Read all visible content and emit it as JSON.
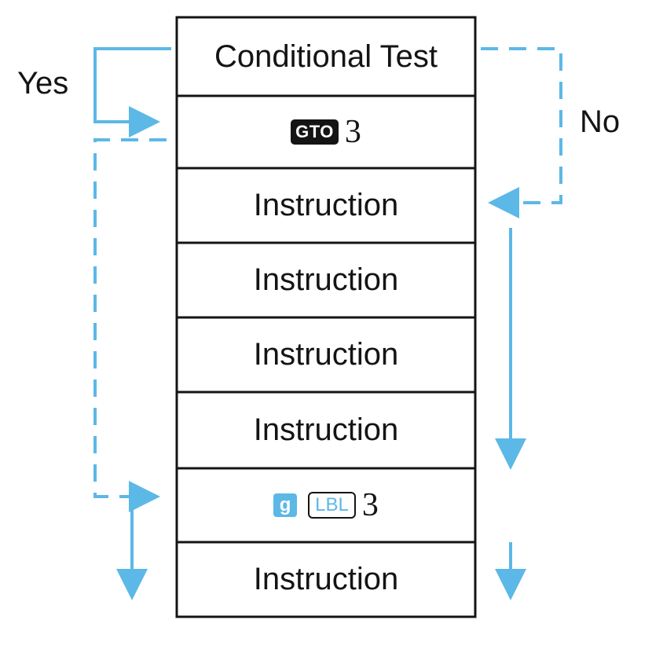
{
  "colors": {
    "line": "#141414",
    "arrow": "#5cb8e6"
  },
  "labels": {
    "yes": "Yes",
    "no": "No"
  },
  "cells": {
    "conditional_test": "Conditional Test",
    "goto": {
      "key": "GTO",
      "target": "3"
    },
    "instruction_1": "Instruction",
    "instruction_2": "Instruction",
    "instruction_3": "Instruction",
    "instruction_4": "Instruction",
    "label": {
      "prefix_key": "g",
      "key": "LBL",
      "number": "3"
    },
    "instruction_5": "Instruction"
  }
}
